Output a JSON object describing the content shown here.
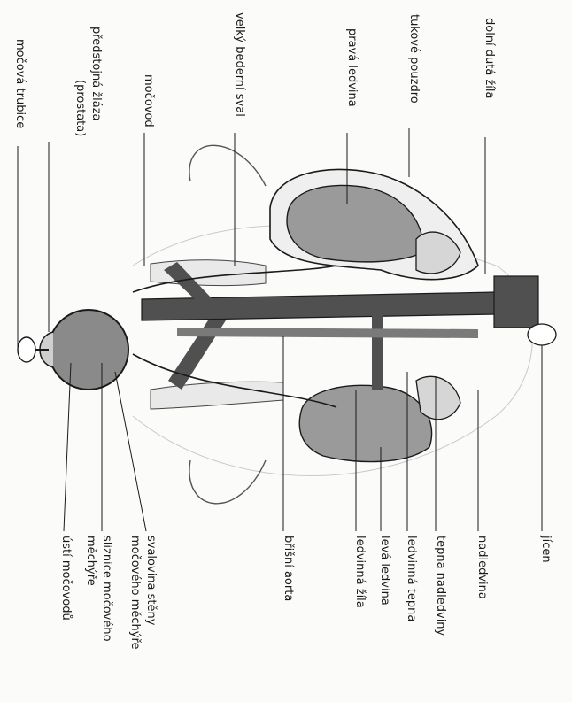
{
  "labels": {
    "dolni_duta_zila": "dolní dutá žíla",
    "tukove_pouzdro": "tukové pouzdro",
    "prava_ledvina": "pravá ledvina",
    "velky_bederni_sval": "velký bederní sval",
    "mocovod": "močovod",
    "predstojna_zlaza_1": "předstojná žláza",
    "predstojna_zlaza_2": "(prostata)",
    "mocova_trubice": "močová trubice",
    "jicen": "jícen",
    "nadledvina": "nadledvina",
    "tepna_nadledviny": "tepna nadledviny",
    "ledvinna_tepna": "ledvinná tepna",
    "leva_ledvina": "levá ledvina",
    "ledvinna_zila": "ledvinná žíla",
    "bridni_aorta": "břišní aorta",
    "svalovina_1": "svalovina stěny",
    "svalovina_2": "močového měchýře",
    "sliznice_1": "sliznice močového",
    "sliznice_2": "měchýře",
    "usti_mocovodu": "ústí močovodů"
  },
  "colors": {
    "organ_fill": "#9a9a9a",
    "vessel_fill": "#505050",
    "ink": "#1a1a1a",
    "paper": "#fbfbf9"
  }
}
